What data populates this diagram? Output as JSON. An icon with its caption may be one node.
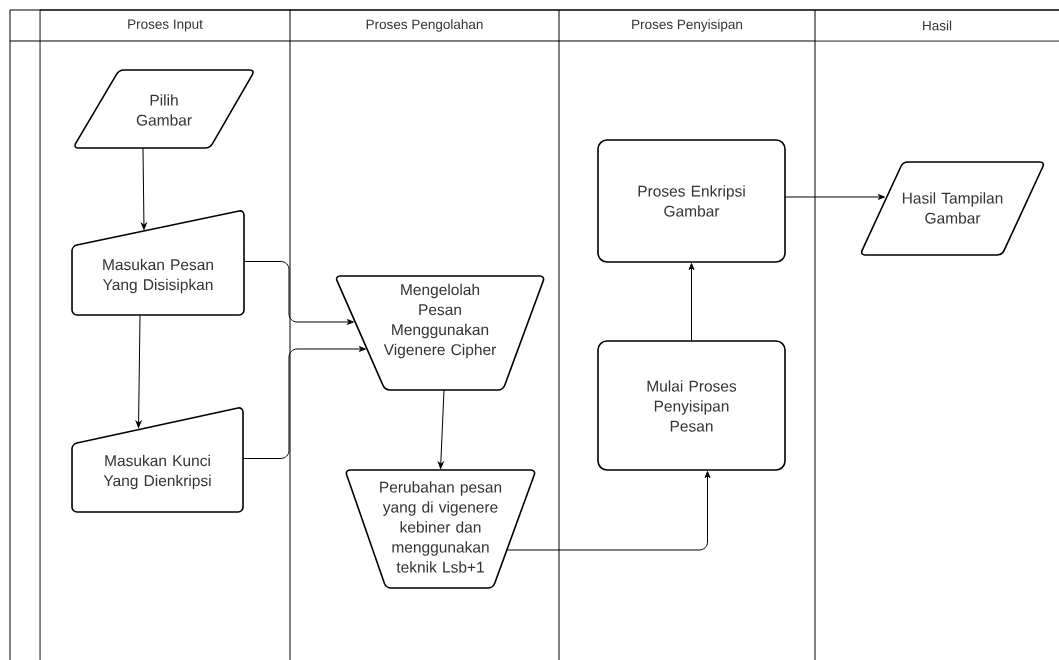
{
  "diagram": {
    "nodes": [
      {
        "text": [
          "Proses Input"
        ]
      },
      {
        "text": [
          "Proses Pengolahan"
        ]
      },
      {
        "text": [
          "Proses Penyisipan"
        ]
      },
      {
        "text": [
          "Hasil"
        ]
      },
      {
        "text": [
          "Pilih Gambar"
        ],
        "in": 0
      },
      {
        "text": [
          "Masukan Pesan Yang Disisipkan"
        ],
        "in": 0
      },
      {
        "text": [
          "Masukan Kunci Yang Dienkripsi"
        ],
        "in": 0
      },
      {
        "text": [
          "Mengelolah Pesan Menggunakan Vigenere Cipher"
        ],
        "in": 1
      },
      {
        "text": [
          "Perubahan pesan yang di vigenere kebiner dan menggunakan teknik Lsb+1"
        ],
        "in": 1
      },
      {
        "text": [
          "Proses Enkripsi Gambar"
        ],
        "in": 2
      },
      {
        "text": [
          "Mulai Proses Penyisipan Pesan"
        ],
        "in": 2
      },
      {
        "text": [
          "Hasil Tampilan Gambar"
        ],
        "in": 3
      }
    ],
    "edges": [
      {
        "from": 4,
        "to": 5,
        "arrow": "to"
      },
      {
        "from": 5,
        "to": 6,
        "arrow": "to"
      },
      {
        "from": 5,
        "to": 7,
        "arrow": "to"
      },
      {
        "from": 6,
        "to": 7,
        "arrow": "to"
      },
      {
        "from": 7,
        "to": 8,
        "arrow": "to"
      },
      {
        "from": 8,
        "to": 10,
        "arrow": "to"
      },
      {
        "from": 10,
        "to": 9,
        "arrow": "to"
      },
      {
        "from": 9,
        "to": 11,
        "arrow": "to"
      }
    ]
  }
}
